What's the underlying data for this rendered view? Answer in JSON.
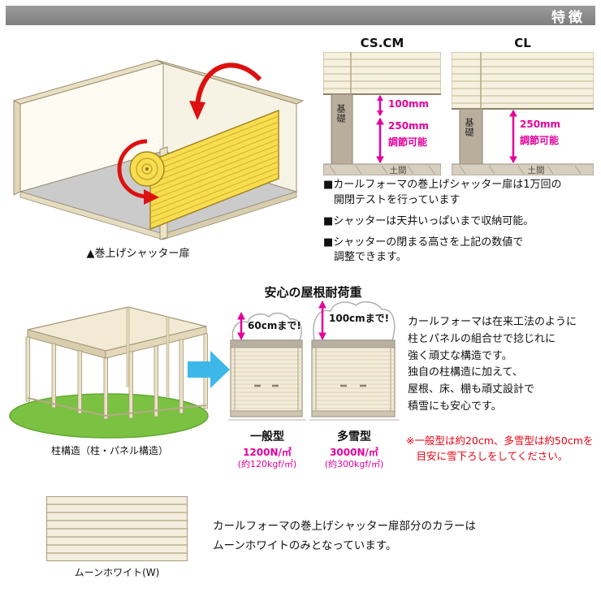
{
  "colors": {
    "accent_magenta": "#e4009b",
    "note_red": "#e60012",
    "header_gray": "#8c8c8c",
    "arrow_blue": "#3db7e8",
    "shutter_yellow": "#f9dd51",
    "grass_green": "#7cc242"
  },
  "header": {
    "title": "特徴"
  },
  "shutter_section": {
    "caption": "▲巻上げシャッター扉",
    "diagram_cscm": {
      "label": "CS.CM",
      "measure_top": "100mm",
      "measure_bottom": "250mm",
      "measure_note": "調節可能",
      "foundation": "基礎",
      "floor": "土間"
    },
    "diagram_cl": {
      "label": "CL",
      "measure": "250mm",
      "measure_note": "調節可能",
      "foundation": "基礎",
      "floor": "土間"
    },
    "bullets": [
      "■カールフォーマの巻上げシャッター扉は1万回の\n　開閉テストを行っています",
      "■シャッターは天井いっぱいまで収納可能。",
      "■シャッターの閉まる高さを上記の数値で\n　調整できます。"
    ]
  },
  "roof_section": {
    "title": "安心の屋根耐荷重",
    "structure_caption": "柱構造（柱・パネル構造）",
    "general_type": {
      "snow_limit": "60cmまで!",
      "name": "一般型",
      "load": "1200N/㎡",
      "load_kgf": "(約120kgf/㎡)"
    },
    "heavy_snow_type": {
      "snow_limit": "100cmまで!",
      "name": "多雪型",
      "load": "3000N/㎡",
      "load_kgf": "(約300kgf/㎡)"
    },
    "description": "カールフォーマは在来工法のように\n柱とパネルの組合せで捻じれに\n強く頑丈な構造です。\n独自の柱構造に加えて、\n屋根、床、棚も頑丈設計で\n積雪にも安心です。",
    "note": "※一般型は約20cm、多雪型は約50cmを\n　目安に雪下ろしをしてください。"
  },
  "color_section": {
    "description": "カールフォーマの巻上げシャッター扉部分のカラーは\nムーンホワイトのみとなっています。",
    "swatch_caption": "ムーンホワイト(W)"
  }
}
